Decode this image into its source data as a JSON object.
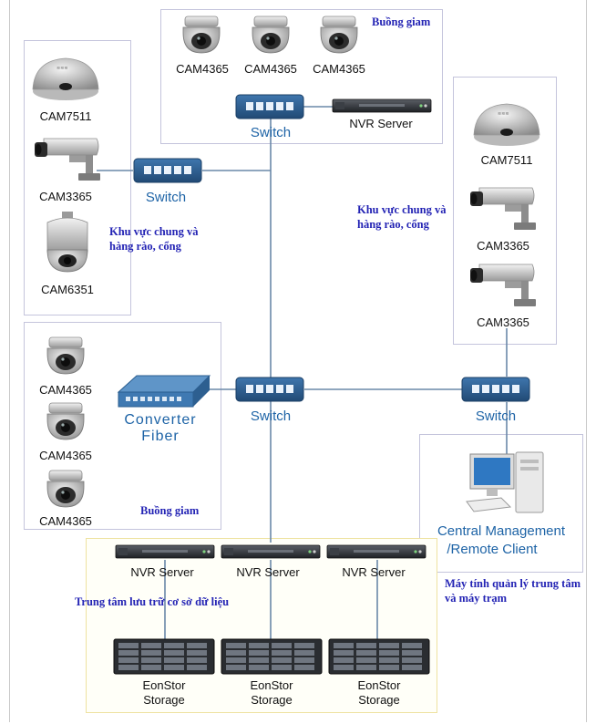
{
  "colors": {
    "wire": "#6a88a8",
    "switch": "#2a5d8f",
    "text_blue": "#1d63a6",
    "annotation": "#2323b4",
    "storage_zone_border": "#eee2a0"
  },
  "zones": {
    "top": {
      "annotation": "Buồng giam",
      "cameras": [
        "CAM4365",
        "CAM4365",
        "CAM4365"
      ],
      "switch_label": "Switch",
      "nvr_label": "NVR Server"
    },
    "left": {
      "annotation": "Khu vực chung và hàng rào, cổng",
      "cameras": [
        "CAM7511",
        "CAM3365",
        "CAM6351"
      ],
      "switch_label": "Switch"
    },
    "right": {
      "annotation": "Khu vực chung và hàng rào, cổng",
      "cameras": [
        "CAM7511",
        "CAM3365",
        "CAM3365"
      ],
      "switch_label": "Switch"
    },
    "middle_left": {
      "annotation": "Buồng giam",
      "cameras": [
        "CAM4365",
        "CAM4365",
        "CAM4365"
      ],
      "converter_line1": "Converter",
      "converter_line2": "Fiber"
    },
    "core": {
      "switch_label": "Switch"
    },
    "management": {
      "client_line1": "Central Management",
      "client_line2": "/Remote Client",
      "annotation": "Máy tính quản lý trung tâm và máy trạm"
    },
    "storage": {
      "annotation": "Trung tâm lưu trữ cơ sở dữ liệu",
      "nvr_servers": [
        "NVR Server",
        "NVR Server",
        "NVR Server"
      ],
      "storages": [
        {
          "line1": "EonStor",
          "line2": "Storage"
        },
        {
          "line1": "EonStor",
          "line2": "Storage"
        },
        {
          "line1": "EonStor",
          "line2": "Storage"
        }
      ]
    }
  },
  "icons": {
    "dome_camera": "dome-camera-icon",
    "fisheye_camera": "fisheye-camera-icon",
    "bullet_camera": "bullet-camera-icon",
    "ptz_camera": "ptz-camera-icon",
    "switch": "network-switch-icon",
    "nvr": "nvr-server-icon",
    "converter": "fiber-converter-icon",
    "workstation": "workstation-icon",
    "storage": "storage-array-icon"
  }
}
